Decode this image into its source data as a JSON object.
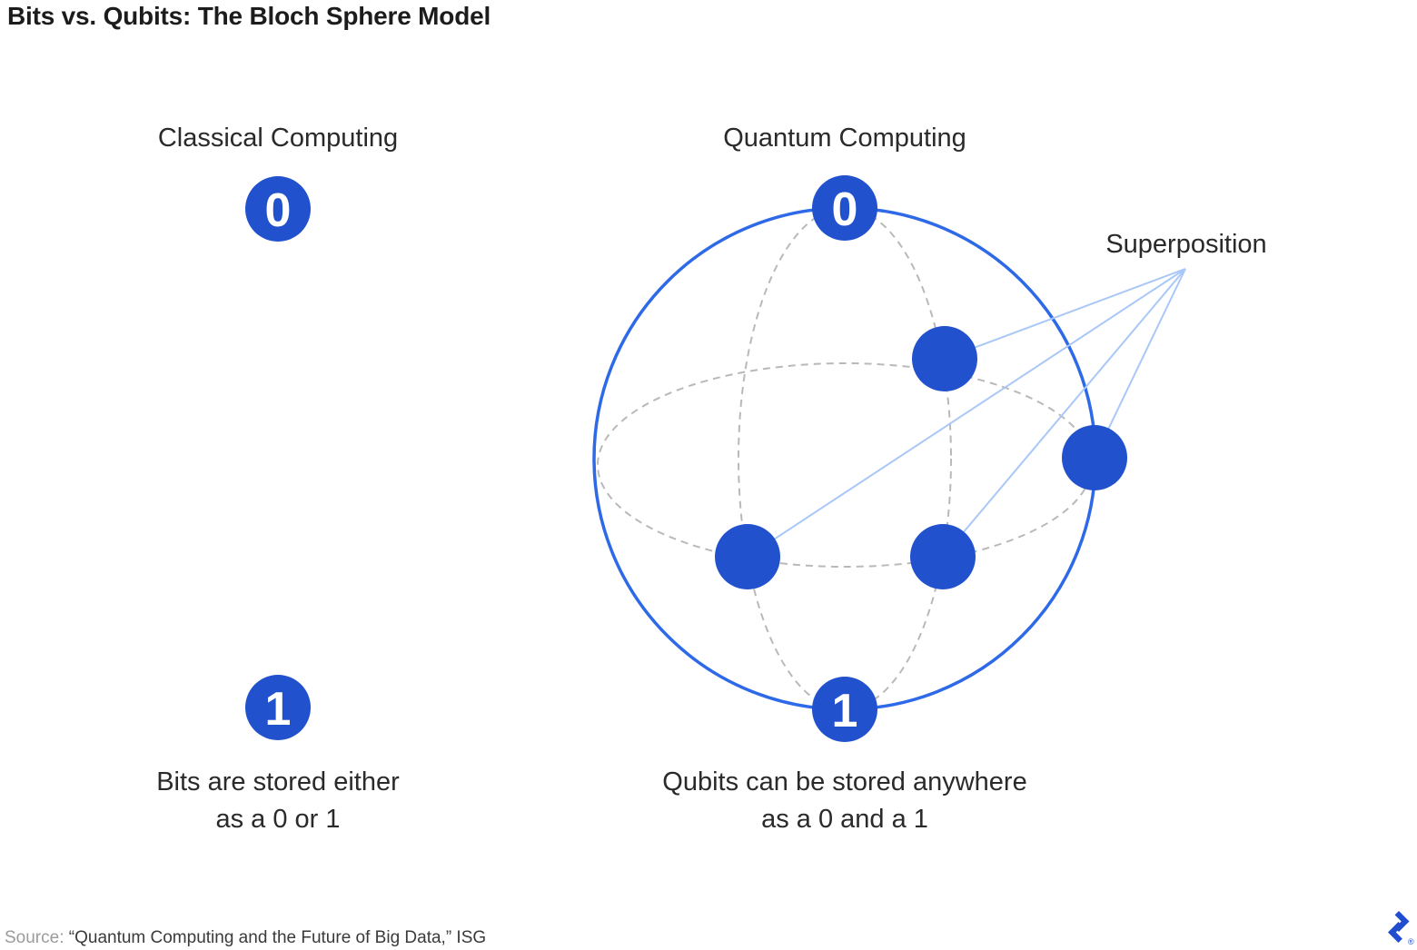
{
  "title": "Bits vs. Qubits: The Bloch Sphere Model",
  "colors": {
    "node_blue": "#2151cd",
    "sphere_blue": "#2e6ae8",
    "connector_blue": "#a9c7f7",
    "dashed_gray": "#b9b9b9",
    "logo_blue": "#204ecf",
    "title_dark": "#1c1c1c",
    "text_dark": "#2a2a2a",
    "source_gray": "#9b9b9b"
  },
  "classical": {
    "heading": "Classical Computing",
    "bit_top": "0",
    "bit_bottom": "1",
    "caption_line1": "Bits are stored either",
    "caption_line2": "as a 0 or 1"
  },
  "quantum": {
    "heading": "Quantum Computing",
    "pole_top": "0",
    "pole_bottom": "1",
    "superposition_label": "Superposition",
    "superposition_dot_count": "4",
    "caption_line1": "Qubits can be stored anywhere",
    "caption_line2": "as a 0 and a 1"
  },
  "source": {
    "label": "Source:",
    "text": "“Quantum Computing and the Future of Big Data,” ISG"
  },
  "logo": {
    "icon": "toptal-logo",
    "registered": "®"
  }
}
